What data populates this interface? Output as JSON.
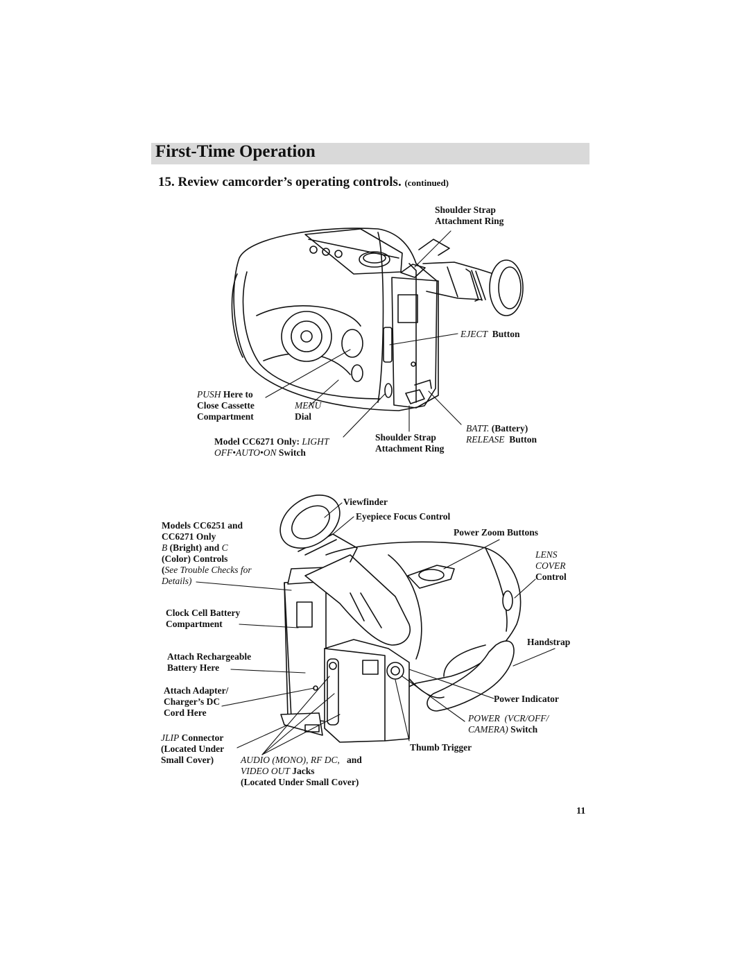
{
  "header": {
    "section_title": "First-Time Operation",
    "step_title": "15. Review camcorder’s operating controls.",
    "step_suffix": "(continued)"
  },
  "top_diagram": {
    "shoulder_strap_top_1": "Shoulder Strap",
    "shoulder_strap_top_2": "Attachment Ring",
    "eject_italic": "EJECT",
    "eject_text": "Button",
    "push_italic": "PUSH",
    "push_text": "Here to",
    "close_cassette": "Close Cassette",
    "compartment": "Compartment",
    "menu_italic": "MENU",
    "dial": "Dial",
    "batt_italic": "BATT.",
    "batt_text": "(Battery)",
    "release_italic": "RELEASE",
    "release_text": "Button",
    "model_text": "Model CC6271 Only:",
    "light_italic": "LIGHT",
    "offautoon_italic": "OFF•AUTO•ON",
    "switch_text": "Switch",
    "shoulder_strap_bottom_1": "Shoulder Strap",
    "shoulder_strap_bottom_2": "Attachment Ring"
  },
  "bottom_diagram": {
    "viewfinder": "Viewfinder",
    "eyepiece": "Eyepiece Focus Control",
    "models_1": "Models CC6251 and",
    "models_2": "CC6271 Only",
    "b_italic": "B",
    "bright_text": "(Bright) and",
    "c_italic": "C",
    "color_controls": "(Color) Controls",
    "see_paren": "(",
    "see_italic": "See Trouble Checks for",
    "details_italic": "Details",
    "details_paren": ")",
    "power_zoom": "Power Zoom Buttons",
    "lens_italic": "LENS",
    "cover_italic": "COVER",
    "control": "Control",
    "clock_1": "Clock Cell Battery",
    "clock_2": "Compartment",
    "handstrap": "Handstrap",
    "attach_battery_1": "Attach Rechargeable",
    "attach_battery_2": "Battery Here",
    "attach_adapter_1": "Attach Adapter/",
    "attach_adapter_2": "Charger’s DC",
    "attach_adapter_3": "Cord Here",
    "power_indicator": "Power Indicator",
    "power_italic": "POWER",
    "vcr_italic": "(VCR/OFF/",
    "camera_italic": "CAMERA)",
    "power_switch": "Switch",
    "jlip_italic": "JLIP",
    "connector": "Connector",
    "located_under": "(Located Under",
    "small_cover": "Small Cover)",
    "thumb_trigger": "Thumb Trigger",
    "audio_italic": "AUDIO (MONO), RF DC,",
    "and_text": "and",
    "video_out_italic": "VIDEO OUT",
    "jacks": "Jacks",
    "located_under_small_cover": "(Located Under Small Cover)"
  },
  "page_number": "11"
}
